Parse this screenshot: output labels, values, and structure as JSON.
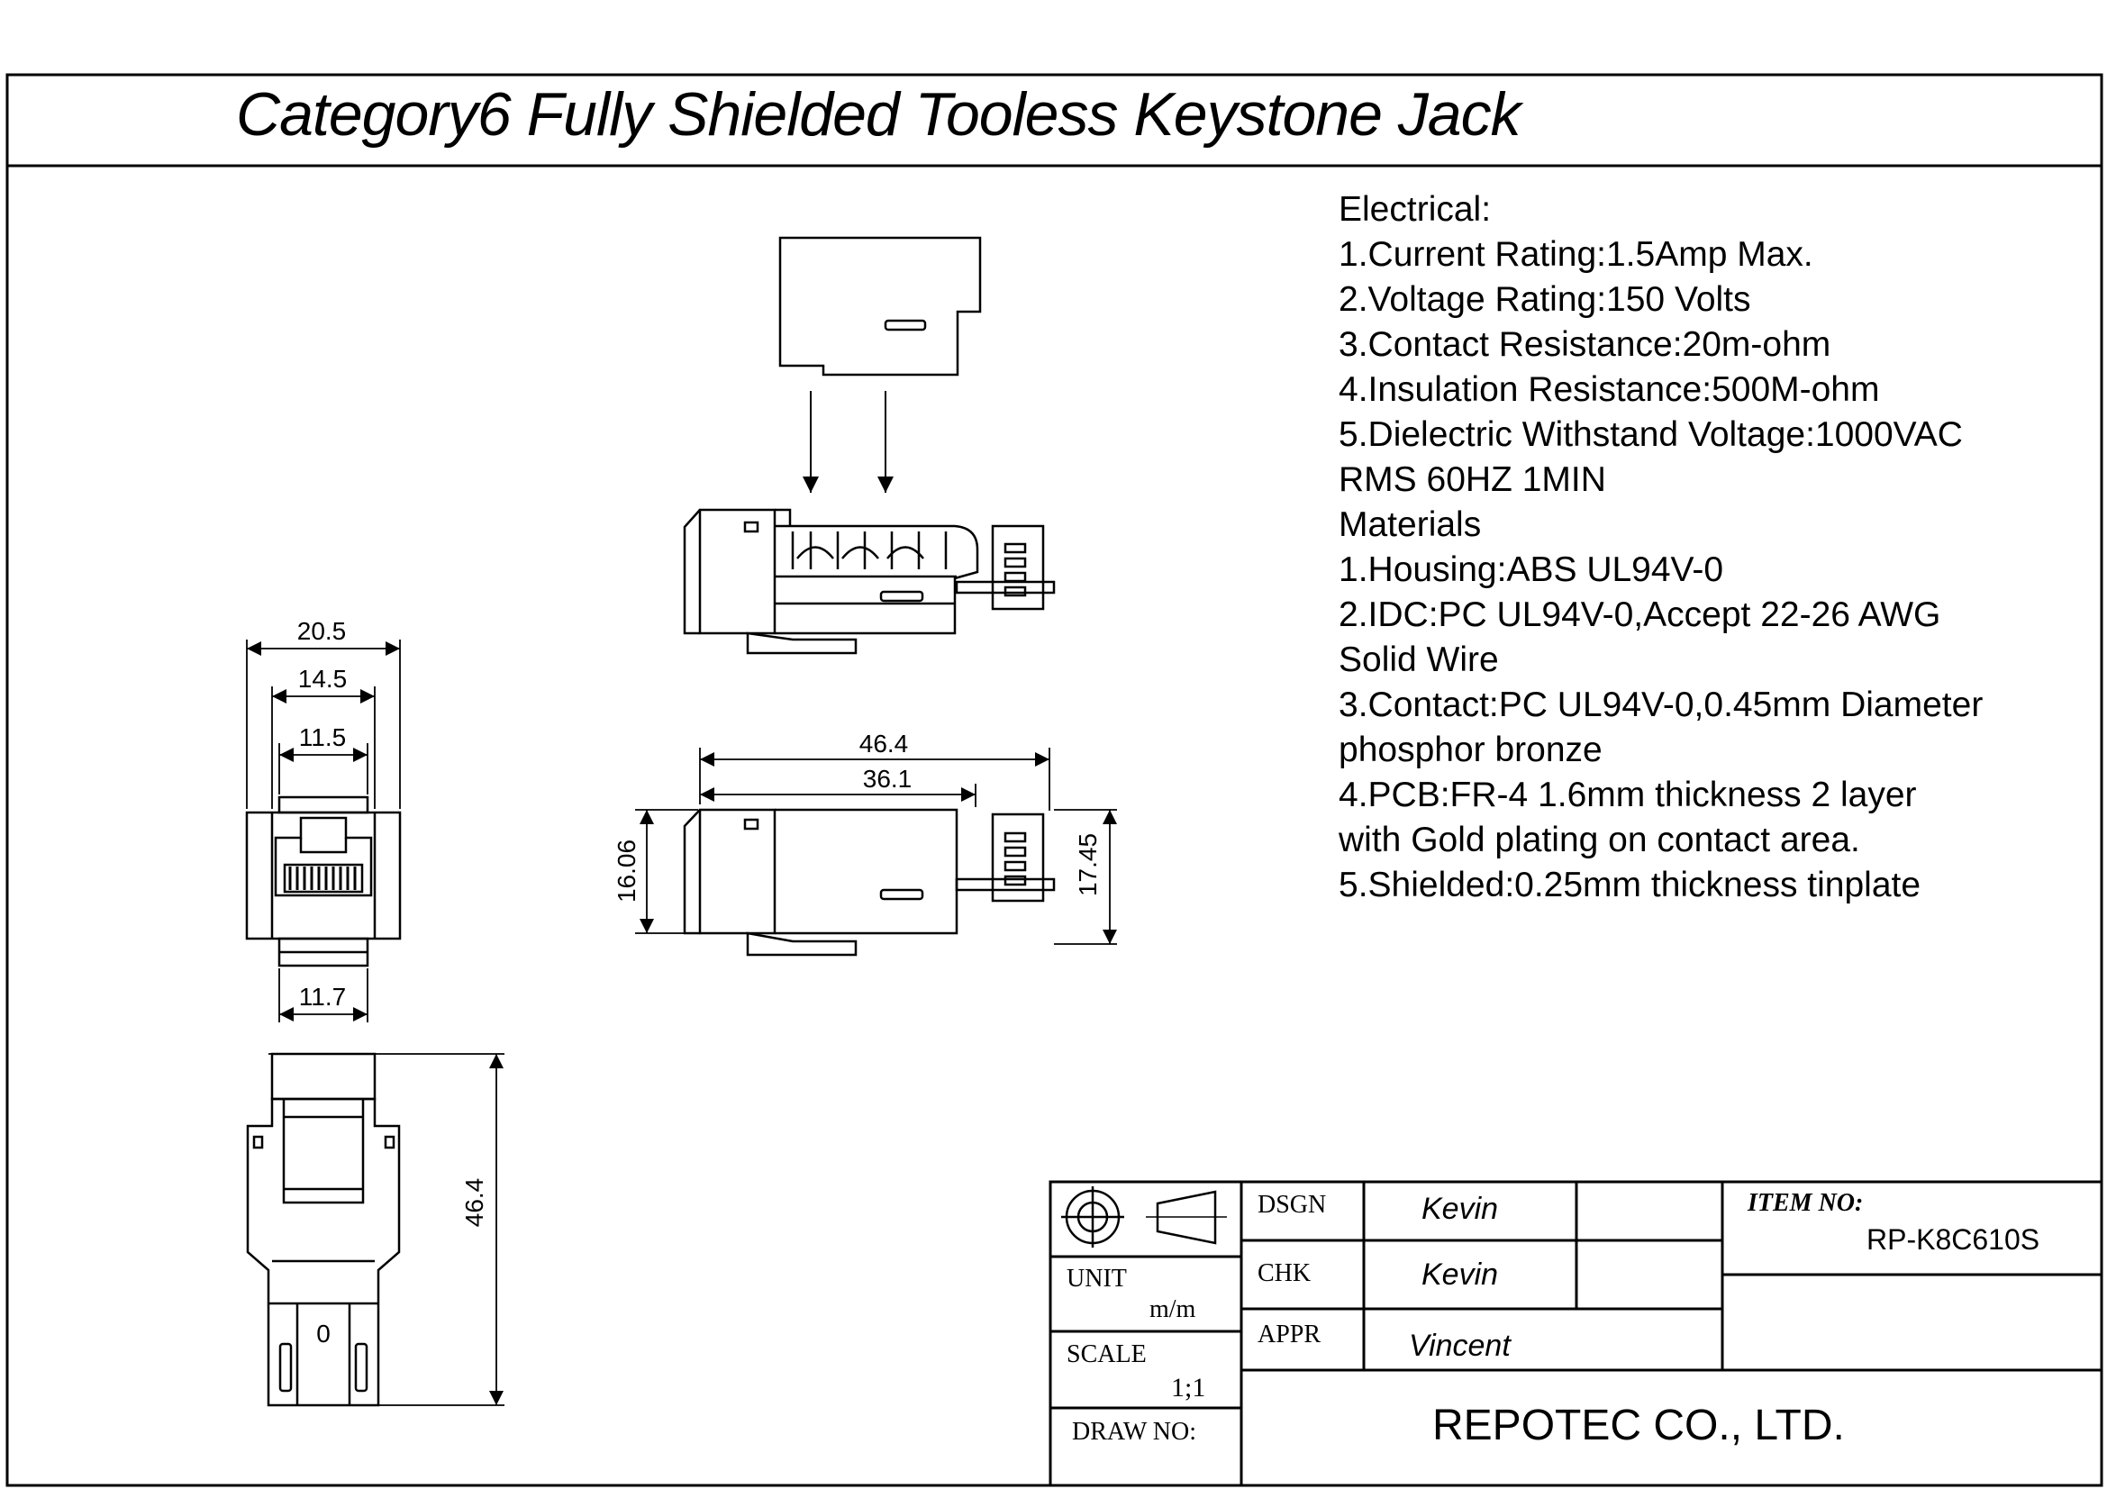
{
  "title": "Category6  Fully Shielded Tooless Keystone Jack",
  "specs": {
    "electrical_heading": "Electrical:",
    "electrical": [
      "1.Current Rating:1.5Amp Max.",
      "2.Voltage Rating:150 Volts",
      "3.Contact Resistance:20m-ohm",
      "4.Insulation Resistance:500M-ohm",
      "5.Dielectric Withstand Voltage:1000VAC",
      "RMS 60HZ 1MIN"
    ],
    "materials_heading": "Materials",
    "materials": [
      "1.Housing:ABS UL94V-0",
      "2.IDC:PC UL94V-0,Accept 22-26 AWG",
      "Solid Wire",
      "3.Contact:PC UL94V-0,0.45mm Diameter",
      "phosphor bronze",
      "4.PCB:FR-4 1.6mm thickness 2 layer",
      "with Gold plating on contact area.",
      "5.Shielded:0.25mm thickness tinplate"
    ]
  },
  "dimensions": {
    "front_width_outer": "20.5",
    "front_width_mid": "14.5",
    "front_width_inner": "11.5",
    "front_width_bottom": "11.7",
    "side_length_total": "46.4",
    "side_length_body": "36.1",
    "side_height_left": "16.06",
    "side_height_right": "17.45",
    "bottom_length": "46.4"
  },
  "bottom_view_label": "0",
  "title_block": {
    "unit_label": "UNIT",
    "unit_value": "m/m",
    "scale_label": "SCALE",
    "scale_value": "1;1",
    "draw_no_label": "DRAW NO:",
    "dsgn_label": "DSGN",
    "dsgn_value": "Kevin",
    "chk_label": "CHK",
    "chk_value": "Kevin",
    "appr_label": "APPR",
    "appr_value": "Vincent",
    "item_no_label": "ITEM NO:",
    "item_no_value": "RP-K8C610S",
    "company": "REPOTEC CO., LTD."
  }
}
